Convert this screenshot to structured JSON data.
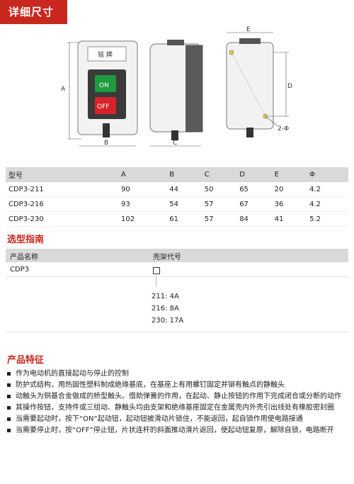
{
  "header": {
    "title": "详细尺寸"
  },
  "diagram": {
    "plate_label": "铭 牌",
    "on_label": "ON",
    "off_label": "OFF",
    "dim_a": "A",
    "dim_b": "B",
    "dim_c": "C",
    "dim_d": "D",
    "dim_e": "E",
    "hole_label": "2-Φ",
    "colors": {
      "on_button": "#1f9a3c",
      "off_button": "#d9222a",
      "enclosure": "#8a8a8a"
    }
  },
  "spec_table": {
    "headers": [
      "型号",
      "A",
      "B",
      "C",
      "D",
      "E",
      "Φ"
    ],
    "rows": [
      [
        "CDP3-211",
        "90",
        "44",
        "50",
        "65",
        "20",
        "4.2"
      ],
      [
        "CDP3-216",
        "93",
        "54",
        "57",
        "67",
        "36",
        "4.2"
      ],
      [
        "CDP3-230",
        "102",
        "61",
        "57",
        "84",
        "41",
        "5.2"
      ]
    ]
  },
  "selection": {
    "title": "选型指南",
    "col1": "产品名称",
    "col2": "壳架代号",
    "product": "CDP3",
    "options": [
      "211: 4A",
      "216: 8A",
      "230: 17A"
    ]
  },
  "features": {
    "title": "产品特征",
    "items": [
      "作为电动机的直接起动与停止的控制",
      "防护式结构，用热固性塑料制成绝缘基底，在基座上有用螺钉固定并铆有触点的静触头",
      "动触头为铜基合金做成的桥型触头。借助弹簧的作用，在起动、静止按钮的作用下完成闭合或分断的动作",
      "其操作按钮，支持件或三组动、静触头均由支架和绝缘基座固定在金属壳内外壳引出线处有橡胶密封圈",
      "当需要起动时，按下“ON”起动钮，起动钮被滑动片锁住，不能返回，起自锁作用使电路接通",
      "当需要停止时，按“OFF”停止钮，片状连杆的斜面推动滑片返回，使起动钮复原，解除自锁，电路断开"
    ]
  }
}
